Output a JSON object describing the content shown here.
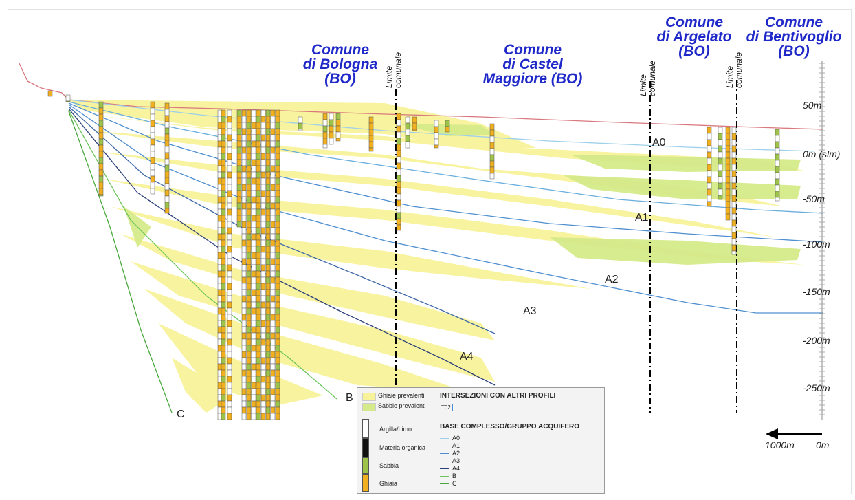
{
  "comuni": [
    {
      "line1": "Comune",
      "line2": "di Bologna",
      "line3": "(BO)"
    },
    {
      "line1": "Comune",
      "line2": "di Castel",
      "line3": "Maggiore (BO)"
    },
    {
      "line1": "Comune",
      "line2": "di Argelato",
      "line3": "(BO)"
    },
    {
      "line1": "Comune",
      "line2": "di Bentivoglio",
      "line3": "(BO)"
    }
  ],
  "limite_comunale": {
    "line1": "Limite",
    "line2": "comunale"
  },
  "depth_labels": [
    "50m",
    "0m (slm)",
    "-50m",
    "-100m",
    "-150m",
    "-200m",
    "-250m"
  ],
  "zones": [
    "A0",
    "A1",
    "A2",
    "A3",
    "A4",
    "B",
    "C"
  ],
  "legend": {
    "facies": [
      {
        "label": "Ghiaie prevalenti",
        "color": "#f8f39a"
      },
      {
        "label": "Sabbie prevalenti",
        "color": "#d5ea8a"
      }
    ],
    "intersections_title": "INTERSEZIONI CON ALTRI PROFILI",
    "intersection_code": "T02",
    "lithology": [
      {
        "label": "Argilla/Limo",
        "color": "#ffffff"
      },
      {
        "label": "Materia organica",
        "color": "#111111"
      },
      {
        "label": "Sabbia",
        "color": "#9dc34a"
      },
      {
        "label": "Ghiaia",
        "color": "#f0b020"
      }
    ],
    "base_title": "BASE COMPLESSO/GRUPPO ACQUIFERO",
    "bases": [
      {
        "label": "A0",
        "color": "#9fd0ea"
      },
      {
        "label": "A1",
        "color": "#6aaedc"
      },
      {
        "label": "A2",
        "color": "#4f8fd0"
      },
      {
        "label": "A3",
        "color": "#3d68a8"
      },
      {
        "label": "A4",
        "color": "#2b3f7a"
      },
      {
        "label": "B",
        "color": "#6cc45a"
      },
      {
        "label": "C",
        "color": "#49a83c"
      }
    ]
  },
  "scale": {
    "label": "1000m",
    "zero": "0m"
  },
  "colors": {
    "comune_text": "#1f28c8",
    "topography": "#d9787e",
    "ghiaie": "#f8f39a",
    "sabbie": "#d5ea8a"
  }
}
